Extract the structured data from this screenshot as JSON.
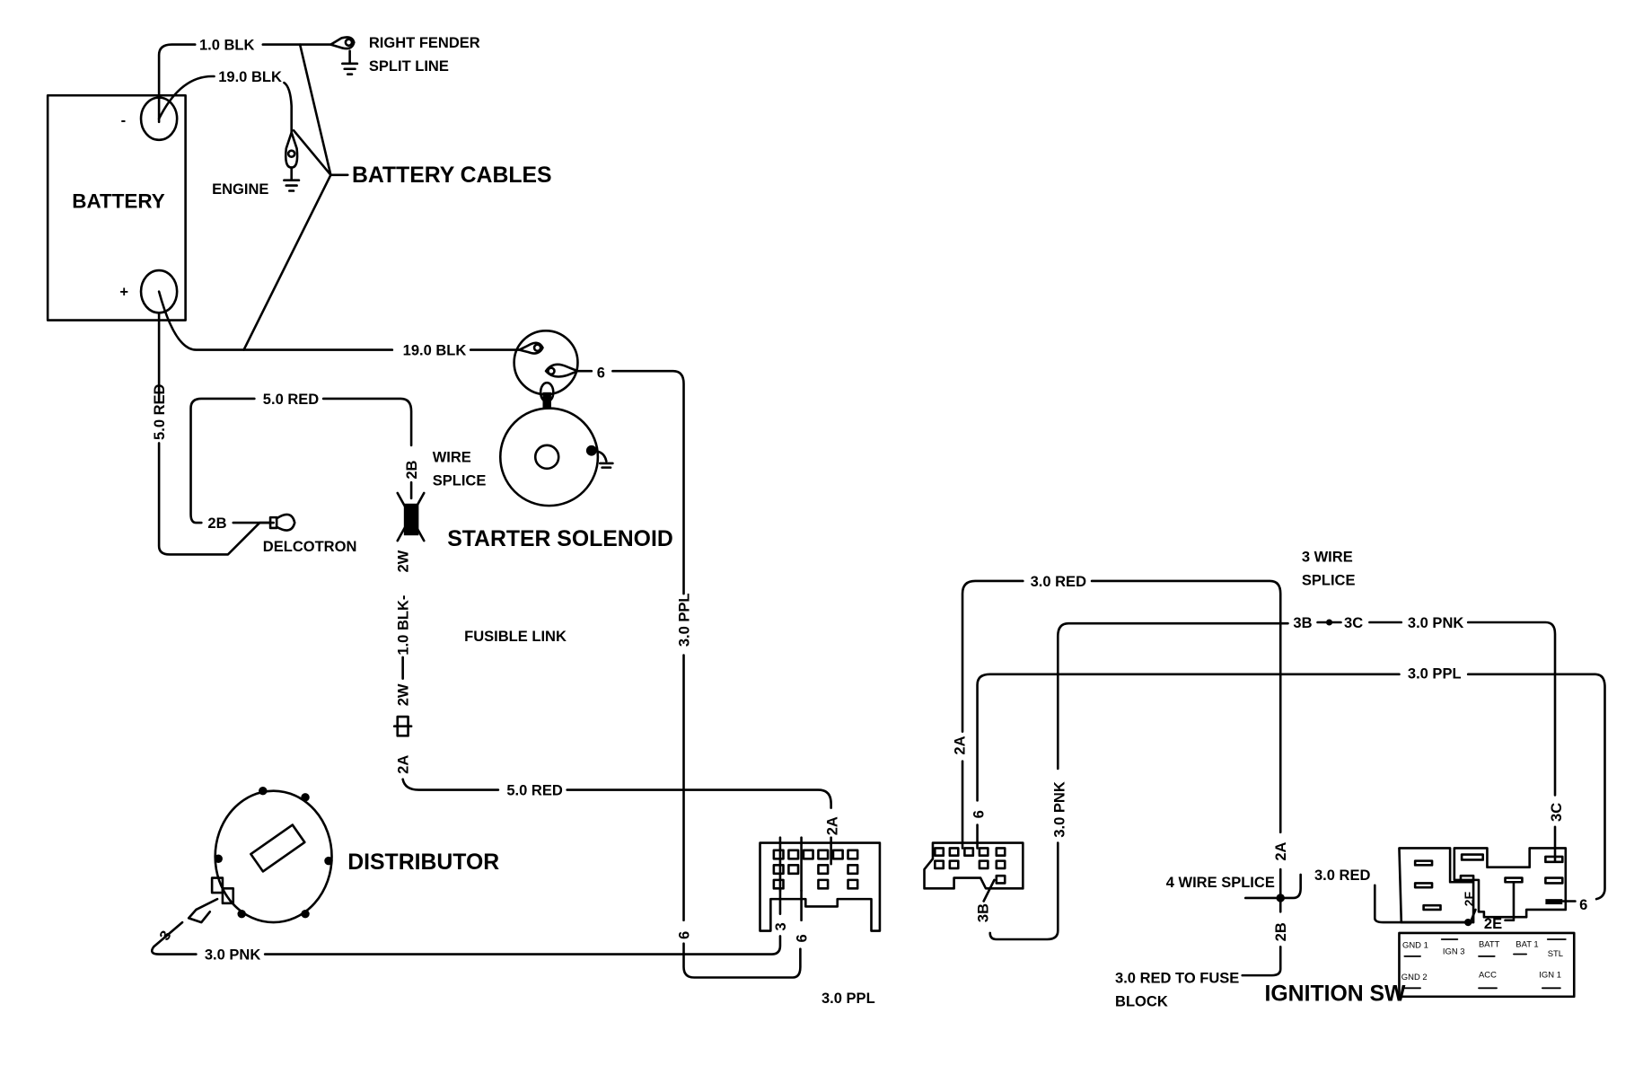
{
  "components": {
    "battery": {
      "label": "BATTERY",
      "neg": "-",
      "pos": "+"
    },
    "battery_cables": "BATTERY CABLES",
    "right_fender": [
      "RIGHT FENDER",
      "SPLIT LINE"
    ],
    "engine": "ENGINE",
    "starter_solenoid": "STARTER SOLENOID",
    "wire_splice": [
      "WIRE",
      "SPLICE"
    ],
    "delcotron": "DELCOTRON",
    "fusible_link": "FUSIBLE LINK",
    "distributor": "DISTRIBUTOR",
    "three_wire_splice": [
      "3 WIRE",
      "SPLICE"
    ],
    "four_wire_splice": "4 WIRE SPLICE",
    "fuse_block": [
      "3.0 RED TO FUSE",
      "BLOCK"
    ],
    "ignition_switch": "IGNITION SW",
    "switch_terminals": [
      "GND 1",
      "IGN 3",
      "BATT",
      "BAT 1",
      "STL",
      "GND 2",
      "ACC",
      "IGN 1"
    ]
  },
  "wires": {
    "blk_1_0": "1.0 BLK",
    "blk_19_top": "19.0 BLK",
    "blk_19_starter": "19.0 BLK",
    "red_5_0_vert": "5.0 RED",
    "red_5_0_top": "5.0 RED",
    "red_5_0_bottom": "5.0 RED",
    "blk_fusible": "1.0 BLK-",
    "ppl_3_0_vert": "3.0 PPL",
    "ppl_3_0_bottom": "3.0 PPL",
    "pnk_3_0_dist": "3.0 PNK",
    "red_3_0_top": "3.0 RED",
    "pnk_3_0_top": "3.0 PNK",
    "ppl_3_0_top": "3.0 PPL",
    "pnk_3_0_vert": "3.0 PNK",
    "red_3_0_switch": "3.0 RED"
  },
  "terminals": {
    "sol_6": "6",
    "splice_2b": "2B",
    "delco_2b": "2B",
    "w2w_a": "2W",
    "w2w_b": "2W",
    "w2a": "2A",
    "conn_2a": "2A",
    "conn_3": "3",
    "conn_6": "6",
    "ppl_6": "6",
    "dist_3": "3",
    "r_2a_left": "2A",
    "r_6_left": "6",
    "r_3b_left": "3B",
    "r_2a_mid": "2A",
    "r_2b_mid": "2B",
    "splice_3b": "3B",
    "splice_3c": "3C",
    "sw_3c": "3C",
    "sw_6": "6",
    "sw_2e": "2E",
    "sw_2f": "2F"
  }
}
